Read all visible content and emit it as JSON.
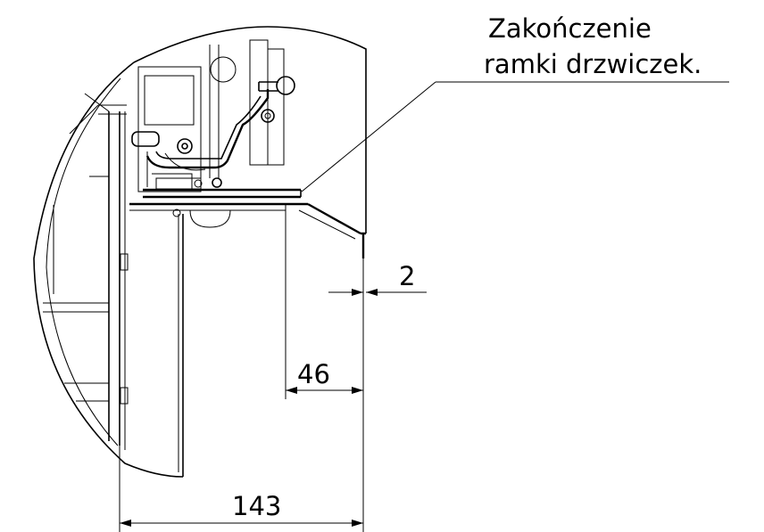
{
  "callout": {
    "line1": "Zakończenie",
    "line2": "ramki drzwiczek."
  },
  "dimensions": {
    "gap": "2",
    "depth": "46",
    "width": "143"
  }
}
